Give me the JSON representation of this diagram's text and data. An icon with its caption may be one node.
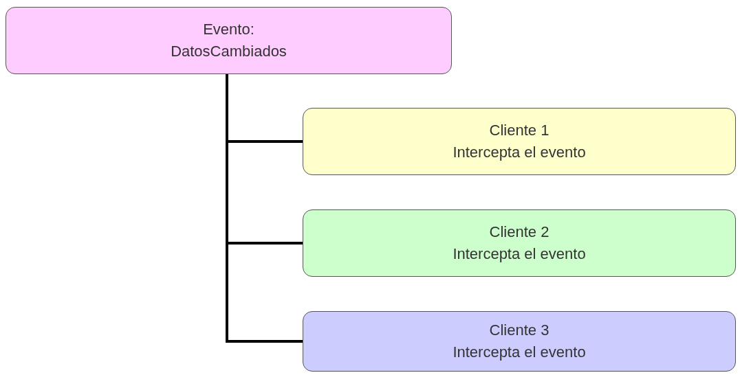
{
  "diagram": {
    "nodes": [
      {
        "text": [
          "Evento: DatosCambiados"
        ]
      },
      {
        "text": [
          "Cliente 1",
          "Intercepta el evento"
        ]
      },
      {
        "text": [
          "Cliente 2",
          "Intercepta el evento"
        ]
      },
      {
        "text": [
          "Cliente 3",
          "Intercepta el evento"
        ]
      }
    ],
    "edges": [
      {
        "from": 0,
        "to": 1,
        "arrow": "none"
      },
      {
        "from": 0,
        "to": 2,
        "arrow": "none"
      },
      {
        "from": 0,
        "to": 3,
        "arrow": "none"
      }
    ]
  }
}
